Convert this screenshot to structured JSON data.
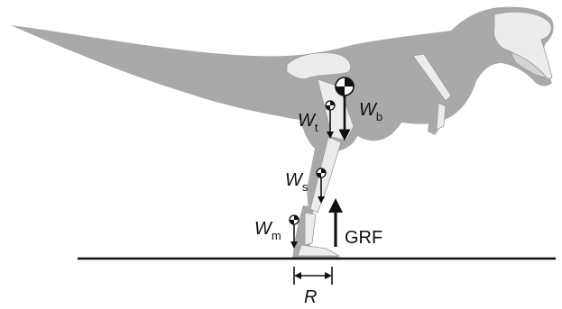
{
  "labels": {
    "body_weight_symbol": "W",
    "body_weight_subscript": "b",
    "thigh_weight_symbol": "W",
    "thigh_weight_subscript": "t",
    "shank_weight_symbol": "W",
    "shank_weight_subscript": "s",
    "metatarsus_weight_symbol": "W",
    "metatarsus_weight_subscript": "m",
    "ground_reaction_force": "GRF",
    "moment_arm": "R"
  },
  "colors": {
    "silhouette": "#a9a9a9",
    "bone": "#ececec",
    "ink": "#111111",
    "background": "#ffffff"
  },
  "icons": {
    "center_of_mass_marker": "half-filled-circle"
  }
}
